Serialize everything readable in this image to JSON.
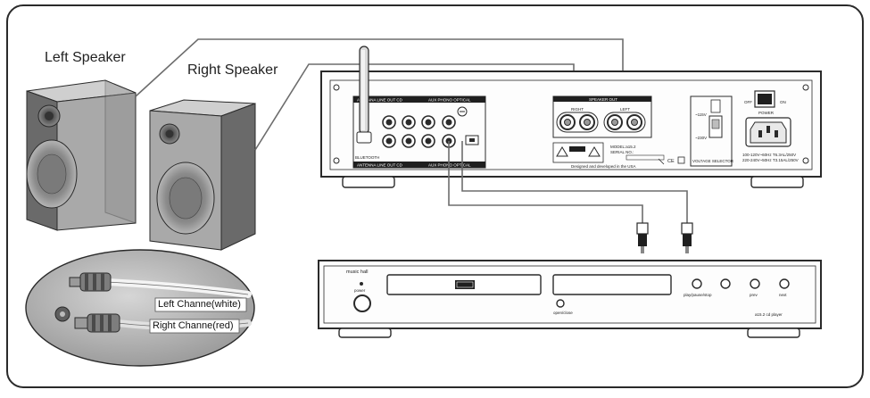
{
  "speakers": {
    "left_label": "Left Speaker",
    "right_label": "Right Speaker"
  },
  "cable_inset": {
    "left_channel": "Left Channe(white)",
    "right_channel": "Right Channe(red)"
  },
  "amplifier": {
    "antenna_label": "ANTENNA LINE OUT CD",
    "aux_label": "AUX PHONO OPTICAL",
    "bluetooth": "BLUETOOTH",
    "speaker_out": "SPEAKER OUT",
    "right": "RIGHT",
    "left": "LEFT",
    "model": "MODEL:a15.2",
    "serial": "SERIAL NO.:",
    "designed": "Designed and developed in the USA",
    "voltage_selector": "VOLTAGE SELECTOR",
    "v115": "~115V",
    "v230": "~230V",
    "off": "OFF",
    "on": "ON",
    "power": "POWER",
    "power_spec_1": "100-120V~60Hz T6.3AL/250V",
    "power_spec_2": "220-240V~50Hz T3.15AL/250V",
    "ce": "CE"
  },
  "cd_player": {
    "brand": "music hall",
    "power": "power",
    "open_close": "open/close",
    "play_pause_stop": "play/pause/stop",
    "prev": "prev",
    "next": "next",
    "model": "a15.2 cd player"
  },
  "colors": {
    "outline": "#2a2a2a",
    "cable": "#6d6d6d",
    "speaker_face": "#a9a9a9",
    "speaker_side": "#6a6a6a",
    "inset_bg": "#bdbdbd"
  }
}
